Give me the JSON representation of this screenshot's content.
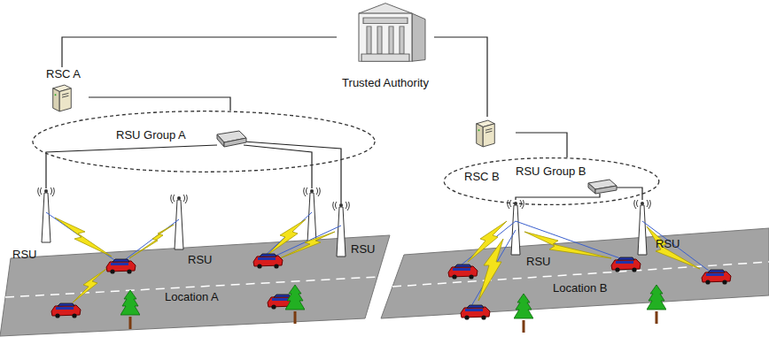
{
  "diagram": {
    "nodes": [
      {
        "text": [
          "Trusted Authority"
        ]
      },
      {
        "text": [
          "RSC A"
        ]
      },
      {
        "text": [
          "RSU Group A"
        ]
      },
      {
        "text": [
          "RSC B"
        ]
      },
      {
        "text": [
          "RSU Group B"
        ]
      }
    ],
    "edges": [
      {
        "from": 0,
        "to": 1,
        "arrow": "none"
      },
      {
        "from": 0,
        "to": 3,
        "arrow": "none"
      },
      {
        "from": 1,
        "to": 2,
        "arrow": "none"
      },
      {
        "from": 3,
        "to": 4,
        "arrow": "none"
      }
    ],
    "labels": [
      "RSU",
      "RSU",
      "RSU",
      "Location A",
      "RSU",
      "RSU",
      "Location B"
    ]
  }
}
